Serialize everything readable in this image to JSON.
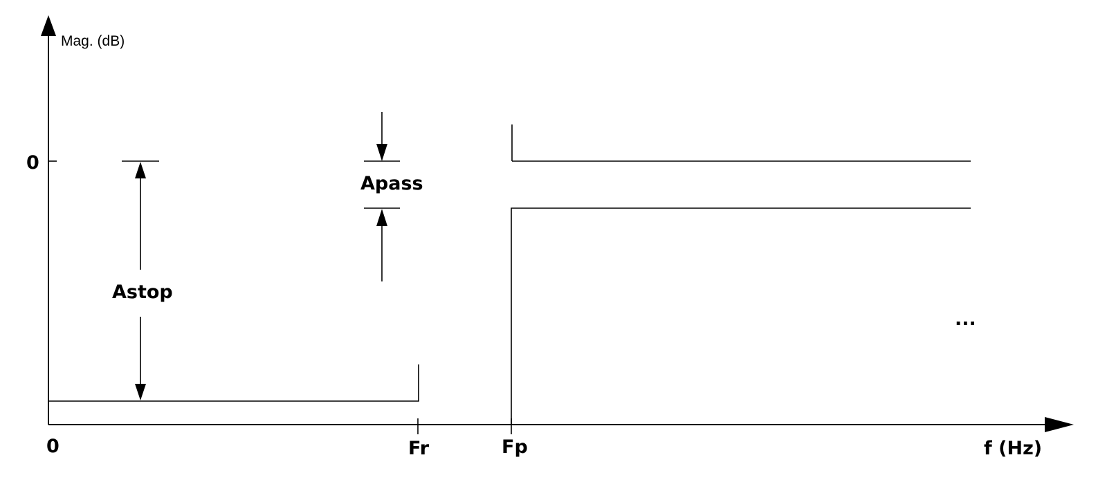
{
  "diagram": {
    "y_axis_label": "Mag. (dB)",
    "x_axis_label": "f (Hz)",
    "y_tick_zero": "0",
    "x_tick_zero": "0",
    "x_tick_fr": "Fr",
    "x_tick_fp": "Fp",
    "astop_label": "Astop",
    "apass_label": "Apass",
    "continuation": "..."
  }
}
